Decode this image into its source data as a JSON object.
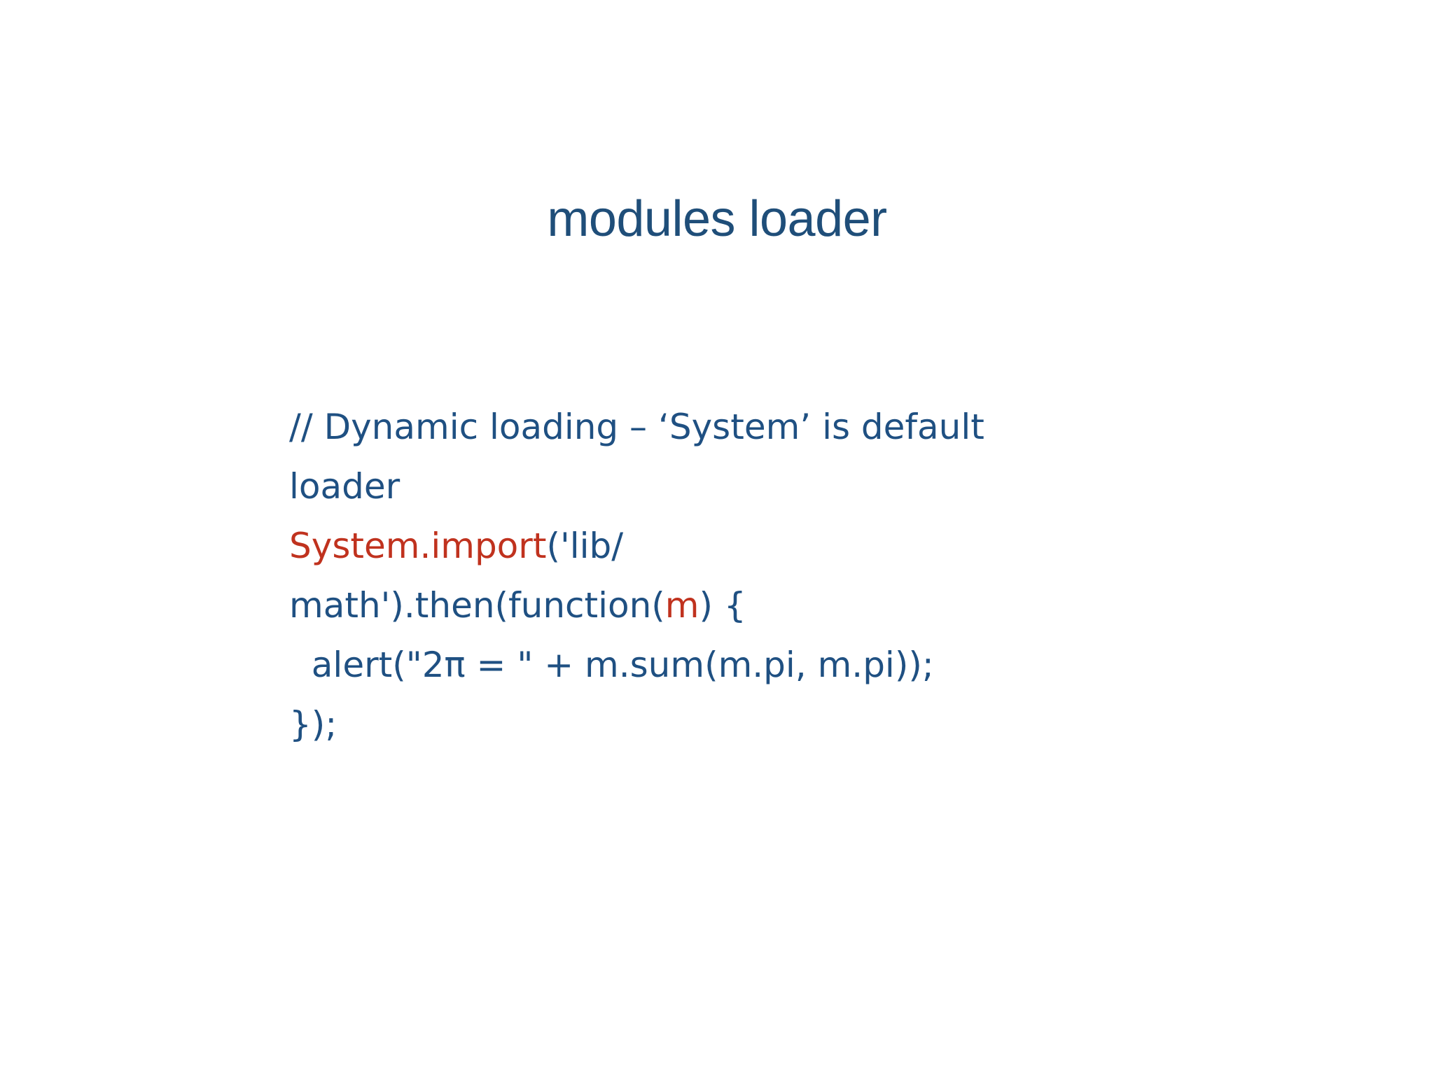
{
  "slide": {
    "background_color": "#FFFFFF",
    "title": "modules loader",
    "title_color": "#1F4E79"
  },
  "colors": {
    "default_text": "#1F5082",
    "keyword_red": "#C0321E",
    "title_blue": "#1F4E79",
    "background": "#FFFFFF"
  },
  "code": {
    "language": "javascript",
    "lines": [
      {
        "index": 0,
        "tokens": [
          {
            "text": "// Dynamic loading – ‘System’ is default",
            "style": "default"
          }
        ]
      },
      {
        "index": 1,
        "tokens": [
          {
            "text": "loader",
            "style": "default"
          }
        ]
      },
      {
        "index": 2,
        "tokens": [
          {
            "text": "System.import",
            "style": "keyword"
          },
          {
            "text": "('lib/",
            "style": "default"
          }
        ]
      },
      {
        "index": 3,
        "tokens": [
          {
            "text": "math').then(function(",
            "style": "default"
          },
          {
            "text": "m",
            "style": "param"
          },
          {
            "text": ") {",
            "style": "default"
          }
        ]
      },
      {
        "index": 4,
        "tokens": [
          {
            "text": "  alert(\"2π = \" + m.sum(m.pi, m.pi));",
            "style": "default"
          }
        ]
      },
      {
        "index": 5,
        "tokens": [
          {
            "text": "});",
            "style": "default"
          }
        ]
      }
    ],
    "plain_text": "// Dynamic loading – ‘System’ is default\nloader\nSystem.import('lib/\nmath').then(function(m) {\n  alert(\"2π = \" + m.sum(m.pi, m.pi));\n});"
  }
}
